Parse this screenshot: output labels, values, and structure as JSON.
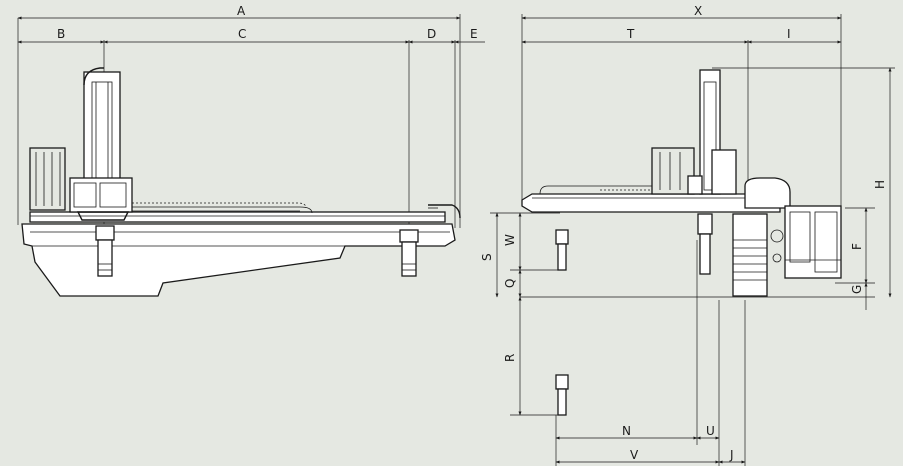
{
  "background_color": "#e5e8e2",
  "line_color": "#1a1a1a",
  "dimension_labels": {
    "A": "A",
    "B": "B",
    "C": "C",
    "D": "D",
    "E": "E",
    "X": "X",
    "T": "T",
    "I": "I",
    "H": "H",
    "F": "F",
    "G": "G",
    "S": "S",
    "W": "W",
    "Q": "Q",
    "R": "R",
    "N": "N",
    "U": "U",
    "V": "V",
    "J": "J"
  }
}
